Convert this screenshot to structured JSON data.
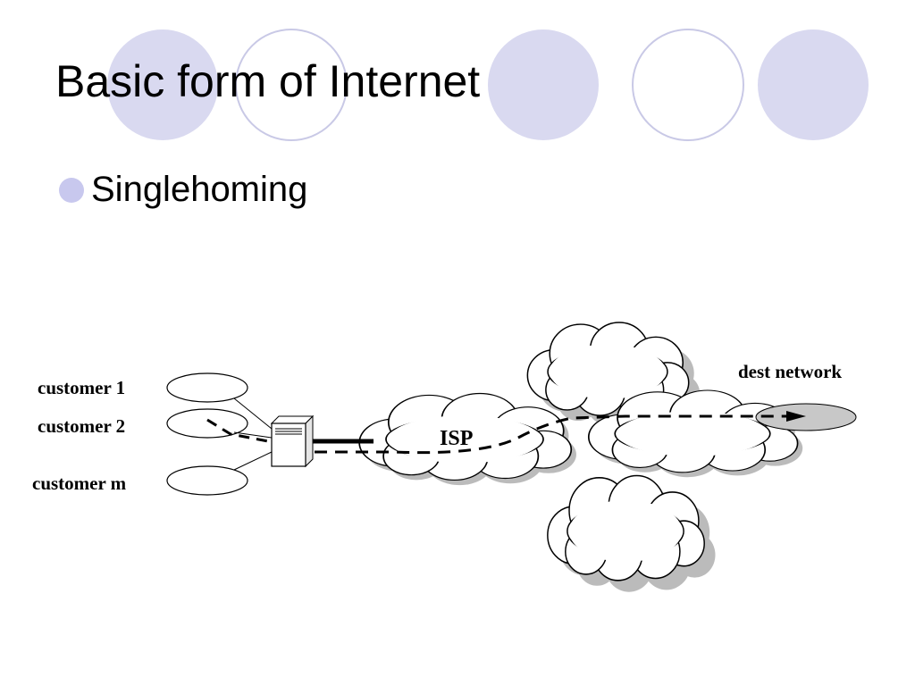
{
  "slide": {
    "title": "Basic form of Internet",
    "bullet": "Singlehoming"
  },
  "theme": {
    "accent_fill": "#d9d9f0",
    "accent_stroke": "#c9c9e6",
    "bullet_color": "#c8c8ee",
    "shade_color": "#bbbbbb"
  },
  "diagram": {
    "customers": [
      "customer 1",
      "customer 2",
      "customer m"
    ],
    "isp_label": "ISP",
    "dest_label": "dest network",
    "icons": {
      "router": "router-icon",
      "cloud": "cloud-icon",
      "arrow": "arrowhead-icon"
    }
  }
}
